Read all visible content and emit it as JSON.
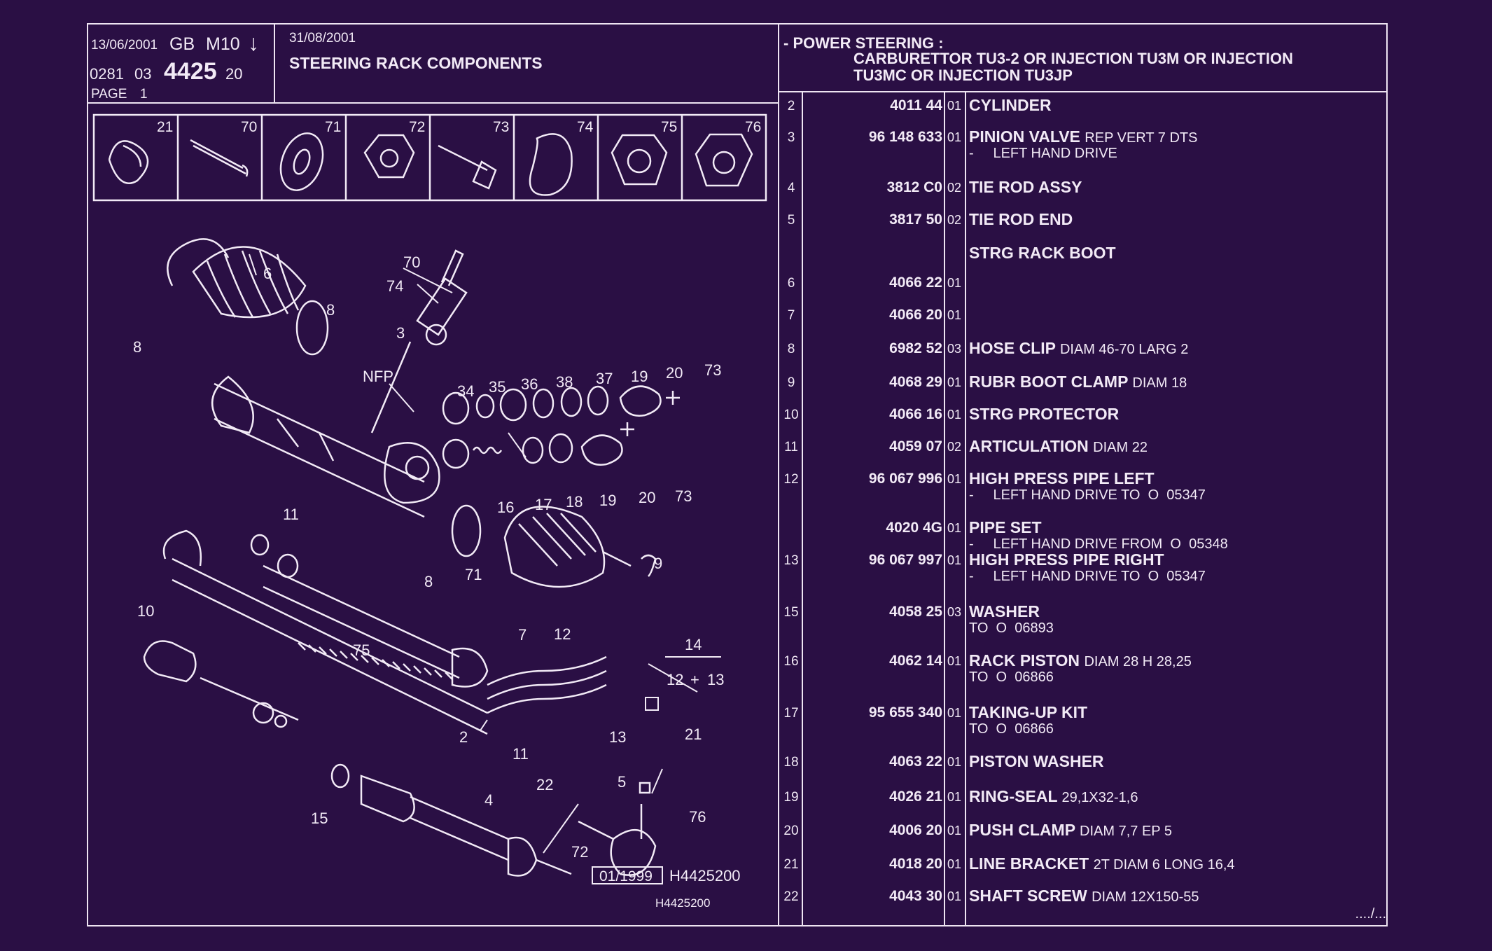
{
  "header": {
    "date_left": "13/06/2001",
    "market": "GB",
    "model": "M10",
    "arrow_glyph": "↓",
    "code_prefix": "0281",
    "code_group": "03",
    "plate_no": "4425",
    "code_suffix": "20",
    "page_label": "PAGE",
    "page_no": "1",
    "date_mid": "31/08/2001",
    "section_title": "STEERING RACK COMPONENTS",
    "app_line1": "- POWER STEERING :",
    "app_line2": "CARBURETTOR TU3-2 OR INJECTION TU3M OR INJECTION",
    "app_line3": "TU3MC OR INJECTION TU3JP"
  },
  "thumbs": [
    "21",
    "70",
    "71",
    "72",
    "73",
    "74",
    "75",
    "76"
  ],
  "callouts": {
    "c6": "6",
    "c8a": "8",
    "c8b": "8",
    "c70": "70",
    "c74": "74",
    "c3": "3",
    "cNFP": "NFP",
    "c34": "34",
    "c35": "35",
    "c36": "36",
    "c38": "38",
    "c37": "37",
    "c19a": "19",
    "c20a": "20",
    "c73a": "73",
    "c16": "16",
    "c17": "17",
    "c18": "18",
    "c19b": "19",
    "c20b": "20",
    "c73b": "73",
    "c11a": "11",
    "c8c": "8",
    "c71": "71",
    "c9": "9",
    "c10": "10",
    "c75": "75",
    "c7": "7",
    "c12": "12",
    "c14": "14",
    "c12b": "12",
    "cplus": "+",
    "c13b": "13",
    "c2": "2",
    "c13": "13",
    "c21": "21",
    "c11b": "11",
    "c22": "22",
    "c5": "5",
    "c76": "76",
    "c4": "4",
    "c15": "15",
    "c72": "72"
  },
  "footer": {
    "date_box": "01/1999",
    "ref_main": "H4425200",
    "ref_small": "H4425200"
  },
  "parts": [
    {
      "item": "2",
      "ref": "4011 44",
      "qty": "01",
      "desc": "CYLINDER",
      "extra": "",
      "note": ""
    },
    {
      "item": "3",
      "ref": "96 148 633",
      "qty": "01",
      "desc": "PINION VALVE",
      "extra": "REP VERT 7 DTS",
      "note": "-     LEFT HAND DRIVE"
    },
    {
      "item": "4",
      "ref": "3812 C0",
      "qty": "02",
      "desc": "TIE ROD ASSY",
      "extra": "",
      "note": ""
    },
    {
      "item": "5",
      "ref": "3817 50",
      "qty": "02",
      "desc": "TIE ROD END",
      "extra": "",
      "note": ""
    },
    {
      "item": "",
      "ref": "",
      "qty": "",
      "desc": "STRG RACK BOOT",
      "extra": "",
      "note": ""
    },
    {
      "item": "6",
      "ref": "4066 22",
      "qty": "01",
      "desc": "",
      "extra": "",
      "note": ""
    },
    {
      "item": "7",
      "ref": "4066 20",
      "qty": "01",
      "desc": "",
      "extra": "",
      "note": ""
    },
    {
      "item": "8",
      "ref": "6982 52",
      "qty": "03",
      "desc": "HOSE CLIP",
      "extra": "DIAM 46-70 LARG 2",
      "note": ""
    },
    {
      "item": "9",
      "ref": "4068 29",
      "qty": "01",
      "desc": "RUBR BOOT CLAMP",
      "extra": "DIAM 18",
      "note": ""
    },
    {
      "item": "10",
      "ref": "4066 16",
      "qty": "01",
      "desc": "STRG PROTECTOR",
      "extra": "",
      "note": ""
    },
    {
      "item": "11",
      "ref": "4059 07",
      "qty": "02",
      "desc": "ARTICULATION",
      "extra": "DIAM 22",
      "note": ""
    },
    {
      "item": "12",
      "ref": "96 067 996",
      "qty": "01",
      "desc": "HIGH PRESS PIPE LEFT",
      "extra": "",
      "note": "-     LEFT HAND DRIVE TO  O  05347"
    },
    {
      "item": "",
      "ref": "4020 4G",
      "qty": "01",
      "desc": "PIPE SET",
      "extra": "",
      "note": "-     LEFT HAND DRIVE FROM  O  05348"
    },
    {
      "item": "13",
      "ref": "96 067 997",
      "qty": "01",
      "desc": "HIGH PRESS PIPE RIGHT",
      "extra": "",
      "note": "-     LEFT HAND DRIVE TO  O  05347"
    },
    {
      "item": "15",
      "ref": "4058 25",
      "qty": "03",
      "desc": "WASHER",
      "extra": "",
      "note": "TO  O  06893"
    },
    {
      "item": "16",
      "ref": "4062 14",
      "qty": "01",
      "desc": "RACK PISTON",
      "extra": "DIAM 28 H 28,25",
      "note": "TO  O  06866"
    },
    {
      "item": "17",
      "ref": "95 655 340",
      "qty": "01",
      "desc": "TAKING-UP KIT",
      "extra": "",
      "note": "TO  O  06866"
    },
    {
      "item": "18",
      "ref": "4063 22",
      "qty": "01",
      "desc": "PISTON WASHER",
      "extra": "",
      "note": ""
    },
    {
      "item": "19",
      "ref": "4026 21",
      "qty": "01",
      "desc": "RING-SEAL",
      "extra": "29,1X32-1,6",
      "note": ""
    },
    {
      "item": "20",
      "ref": "4006 20",
      "qty": "01",
      "desc": "PUSH CLAMP",
      "extra": "DIAM 7,7 EP 5",
      "note": ""
    },
    {
      "item": "21",
      "ref": "4018 20",
      "qty": "01",
      "desc": "LINE BRACKET",
      "extra": "2T DIAM 6 LONG 16,4",
      "note": ""
    },
    {
      "item": "22",
      "ref": "4043 30",
      "qty": "01",
      "desc": "SHAFT SCREW",
      "extra": "DIAM 12X150-55",
      "note": ""
    }
  ],
  "continued": "..../..."
}
